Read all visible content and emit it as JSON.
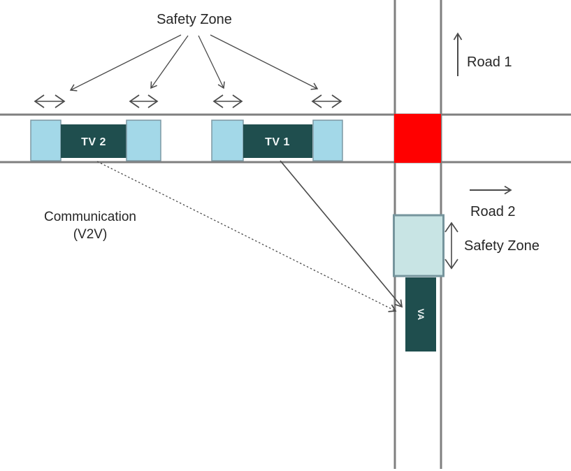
{
  "labels": {
    "safety_zone_top": "Safety Zone",
    "road_1": "Road 1",
    "road_2": "Road 2",
    "safety_zone_intersection": "Safety Zone",
    "communication_line_1": "Communication",
    "communication_line_2": "(V2V)"
  },
  "vehicles": {
    "tv2": "TV 2",
    "tv1": "TV 1",
    "va": "VA"
  },
  "colors": {
    "vehicle_body": "#1f4e4e",
    "vehicle_label_text": "#f2f7f7",
    "safety_zone_lane": "#a3d8e8",
    "safety_zone_lane_border": "#7d98a3",
    "safety_zone_intersection": "#c8e4e4",
    "safety_zone_intersection_border": "#76959d",
    "traffic_signal_red": "#ff0000",
    "road_line": "#7f7f7f",
    "arrow": "#4a4a4a",
    "text": "#262626"
  }
}
